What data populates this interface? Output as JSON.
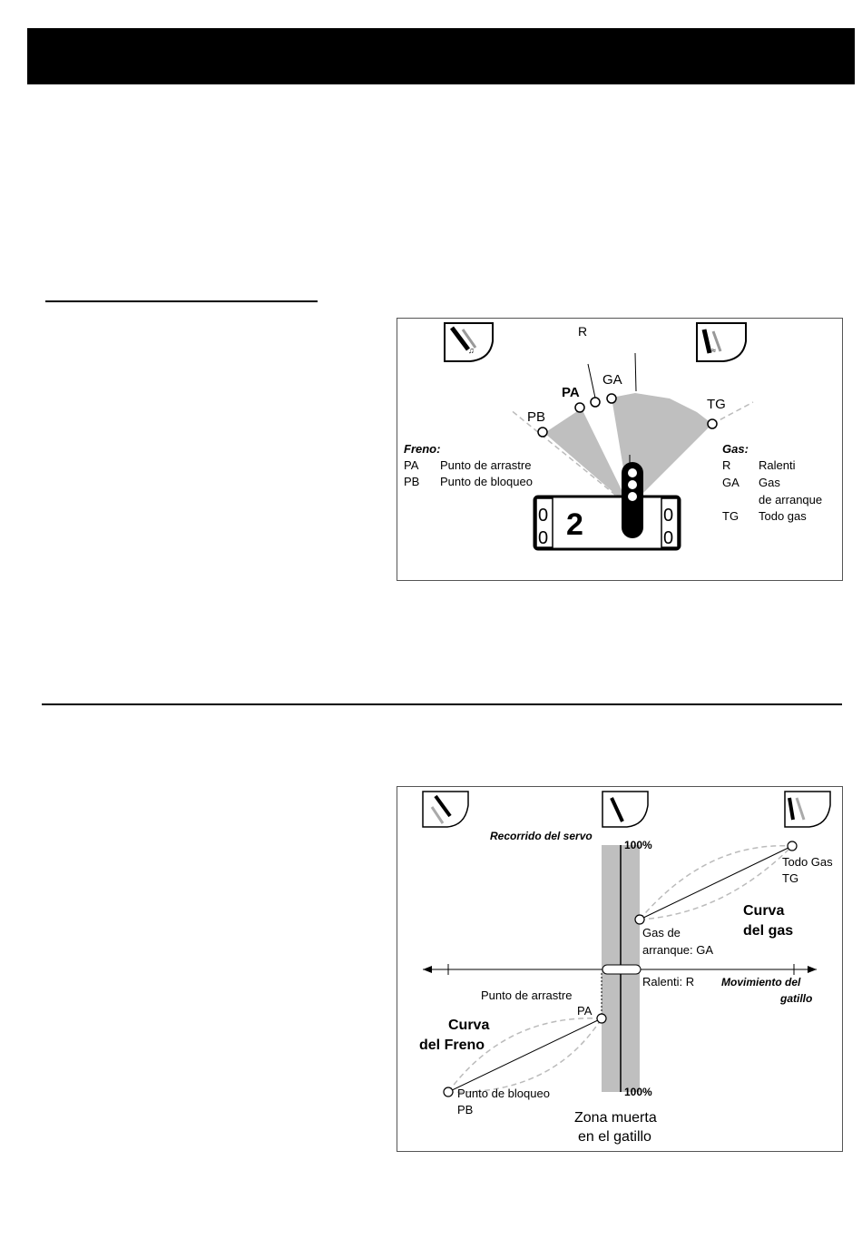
{
  "figure1": {
    "labels": {
      "R": "R",
      "PA": "PA",
      "GA": "GA",
      "PB": "PB",
      "TG": "TG",
      "channel_display": "2",
      "digit": "0"
    },
    "brake_legend": {
      "title": "Freno:",
      "items": [
        {
          "abbr": "PA",
          "text": "Punto de arrastre"
        },
        {
          "abbr": "PB",
          "text": "Punto de bloqueo"
        }
      ]
    },
    "gas_legend": {
      "title": "Gas:",
      "items": [
        {
          "abbr": "R",
          "text": "Ralenti"
        },
        {
          "abbr": "GA",
          "text": "Gas"
        },
        {
          "abbr": "",
          "text": "de arranque"
        },
        {
          "abbr": "TG",
          "text": "Todo gas"
        }
      ]
    }
  },
  "figure2": {
    "servo_travel_label": "Recorrido del servo",
    "pct_top": "100%",
    "pct_bottom": "100%",
    "todo_gas_line1": "Todo Gas",
    "todo_gas_line2": "TG",
    "gas_curve_line1": "Curva",
    "gas_curve_line2": "del gas",
    "gas_arranque_line1": "Gas de",
    "gas_arranque_line2": "arranque: GA",
    "ralenti": "Ralenti: R",
    "trigger_move_line1": "Movimiento del",
    "trigger_move_line2": "gatillo",
    "punto_arrastre": "Punto de arrastre",
    "pa": "PA",
    "brake_curve_line1": "Curva",
    "brake_curve_line2": "del Freno",
    "punto_bloqueo": "Punto de bloqueo",
    "pb": "PB",
    "dead_zone_line1": "Zona muerta",
    "dead_zone_line2": "en el gatillo"
  }
}
